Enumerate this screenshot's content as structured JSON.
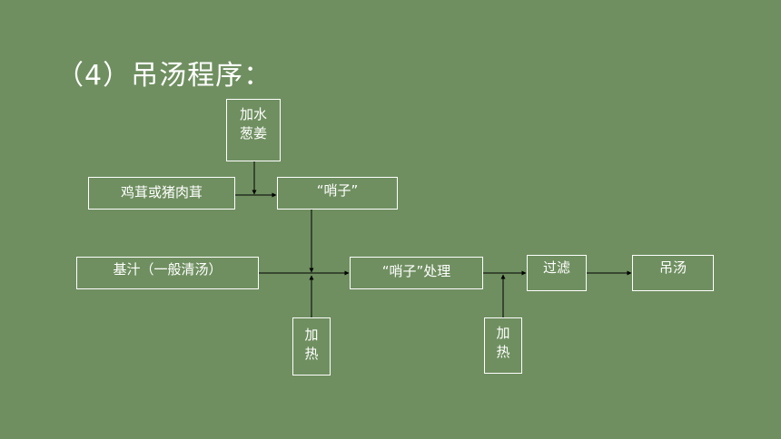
{
  "title": "（4）吊汤程序：",
  "nodes": {
    "water": [
      "加水",
      "葱姜"
    ],
    "chicken": "鸡茸或猪肉茸",
    "shaozi": "“哨子”",
    "stock": "基汁（一般清汤）",
    "process": "“哨子”处理",
    "filter": "过滤",
    "result": "吊汤",
    "heat1": [
      "加",
      "热"
    ],
    "heat2": [
      "加",
      "热"
    ]
  },
  "colors": {
    "background": "#6f8f60",
    "line": "#ffffff",
    "arrow": "#000000"
  }
}
